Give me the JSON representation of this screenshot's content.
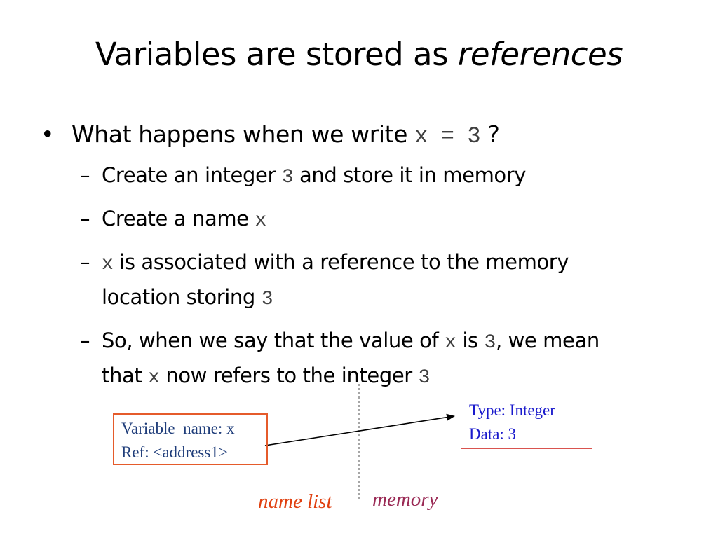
{
  "slide": {
    "title_plain": "Variables are stored as",
    "title_emph": "references"
  },
  "bullets": {
    "q_text": "What happens when we write",
    "q_code": "x = 3",
    "q_end": "?",
    "marker1": "•",
    "dash": "–",
    "items": [
      {
        "pre": "Create an integer",
        "code": "3",
        "post": "and store it in memory"
      },
      {
        "pre": "Create a name",
        "code": "x"
      },
      {
        "code": "x",
        "post": "is associated with a reference to the memory",
        "line2": "location storing",
        "code2": "3"
      },
      {
        "pre": "So, when we say that the value of",
        "code": "x",
        "mid": "is",
        "code2": "3",
        "post": ", we mean",
        "line2": "that",
        "code3": "x",
        "line2b": "now refers to the integer",
        "code4": "3"
      }
    ]
  },
  "diagram": {
    "namebox_line1": "Variable  name: x",
    "namebox_line2": "Ref: <address1>",
    "membox_line1": "Type: Integer",
    "membox_line2": "Data: 3",
    "label_name_list": "name list",
    "label_memory": "memory",
    "colors": {
      "namebox_border": "#e55b2b",
      "namebox_text": "#1f3d7a",
      "membox_border": "#d9534f",
      "membox_text": "#1a1acc",
      "name_list": "#e04010",
      "memory": "#9a2a55"
    }
  }
}
